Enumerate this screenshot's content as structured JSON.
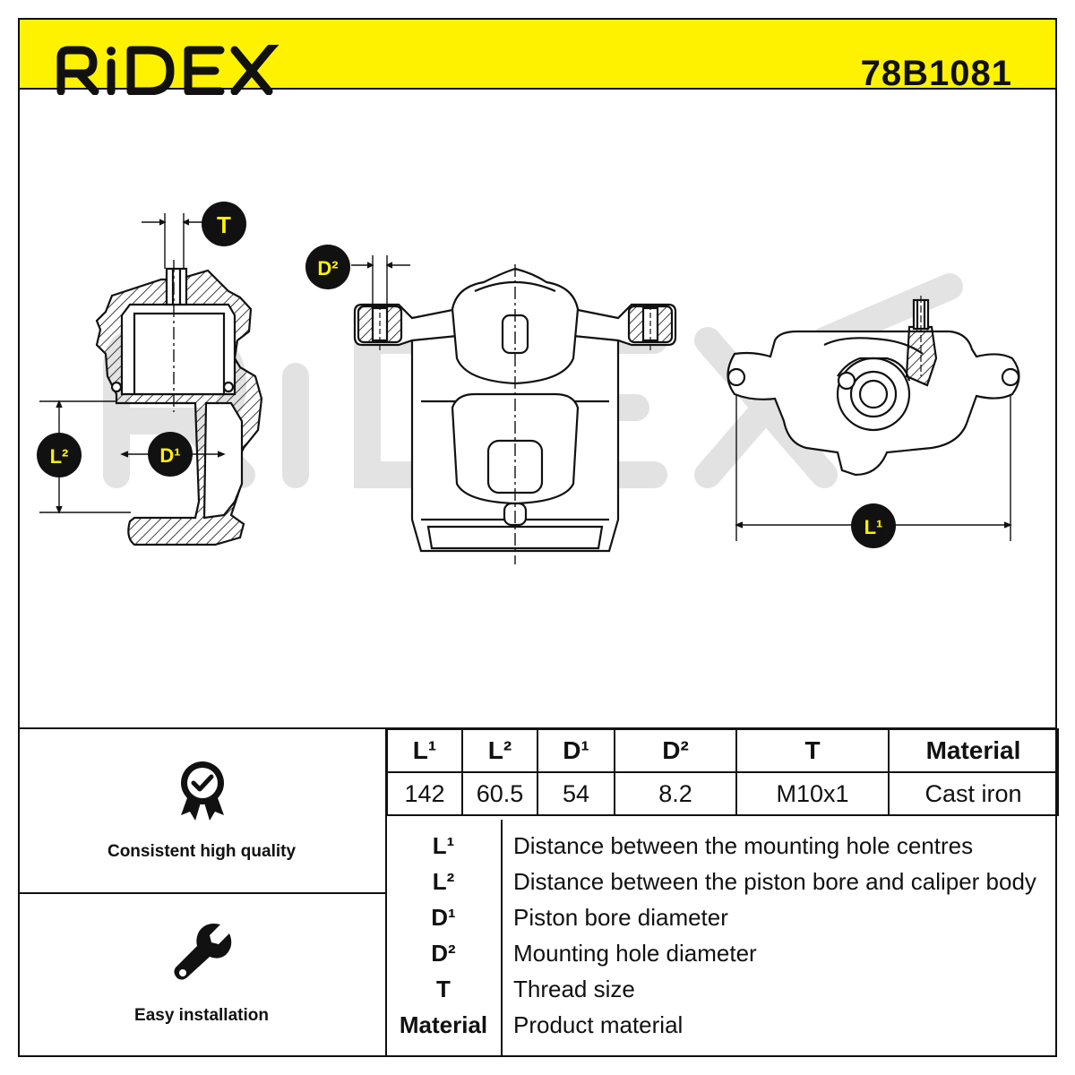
{
  "header": {
    "brand": "RIDEX",
    "part_number": "78B1081",
    "background": "#fff200"
  },
  "drawing": {
    "watermark": "RIDEX",
    "dimension_markers": {
      "T": "T",
      "D2": "D²",
      "D1": "D¹",
      "L2": "L²",
      "L1": "L¹"
    }
  },
  "features": [
    {
      "label": "Consistent high quality",
      "icon": "quality-badge-icon"
    },
    {
      "label": "Easy installation",
      "icon": "wrench-icon"
    }
  ],
  "spec_table": {
    "columns": [
      "L¹",
      "L²",
      "D¹",
      "D²",
      "T",
      "Material"
    ],
    "values": [
      "142",
      "60.5",
      "54",
      "8.2",
      "M10x1",
      "Cast iron"
    ]
  },
  "legend": [
    {
      "key": "L¹",
      "description": "Distance between the mounting hole centres"
    },
    {
      "key": "L²",
      "description": "Distance between the piston bore and caliper body"
    },
    {
      "key": "D¹",
      "description": "Piston bore diameter"
    },
    {
      "key": "D²",
      "description": "Mounting hole diameter"
    },
    {
      "key": "T",
      "description": "Thread size"
    },
    {
      "key": "Material",
      "description": "Product material"
    }
  ]
}
